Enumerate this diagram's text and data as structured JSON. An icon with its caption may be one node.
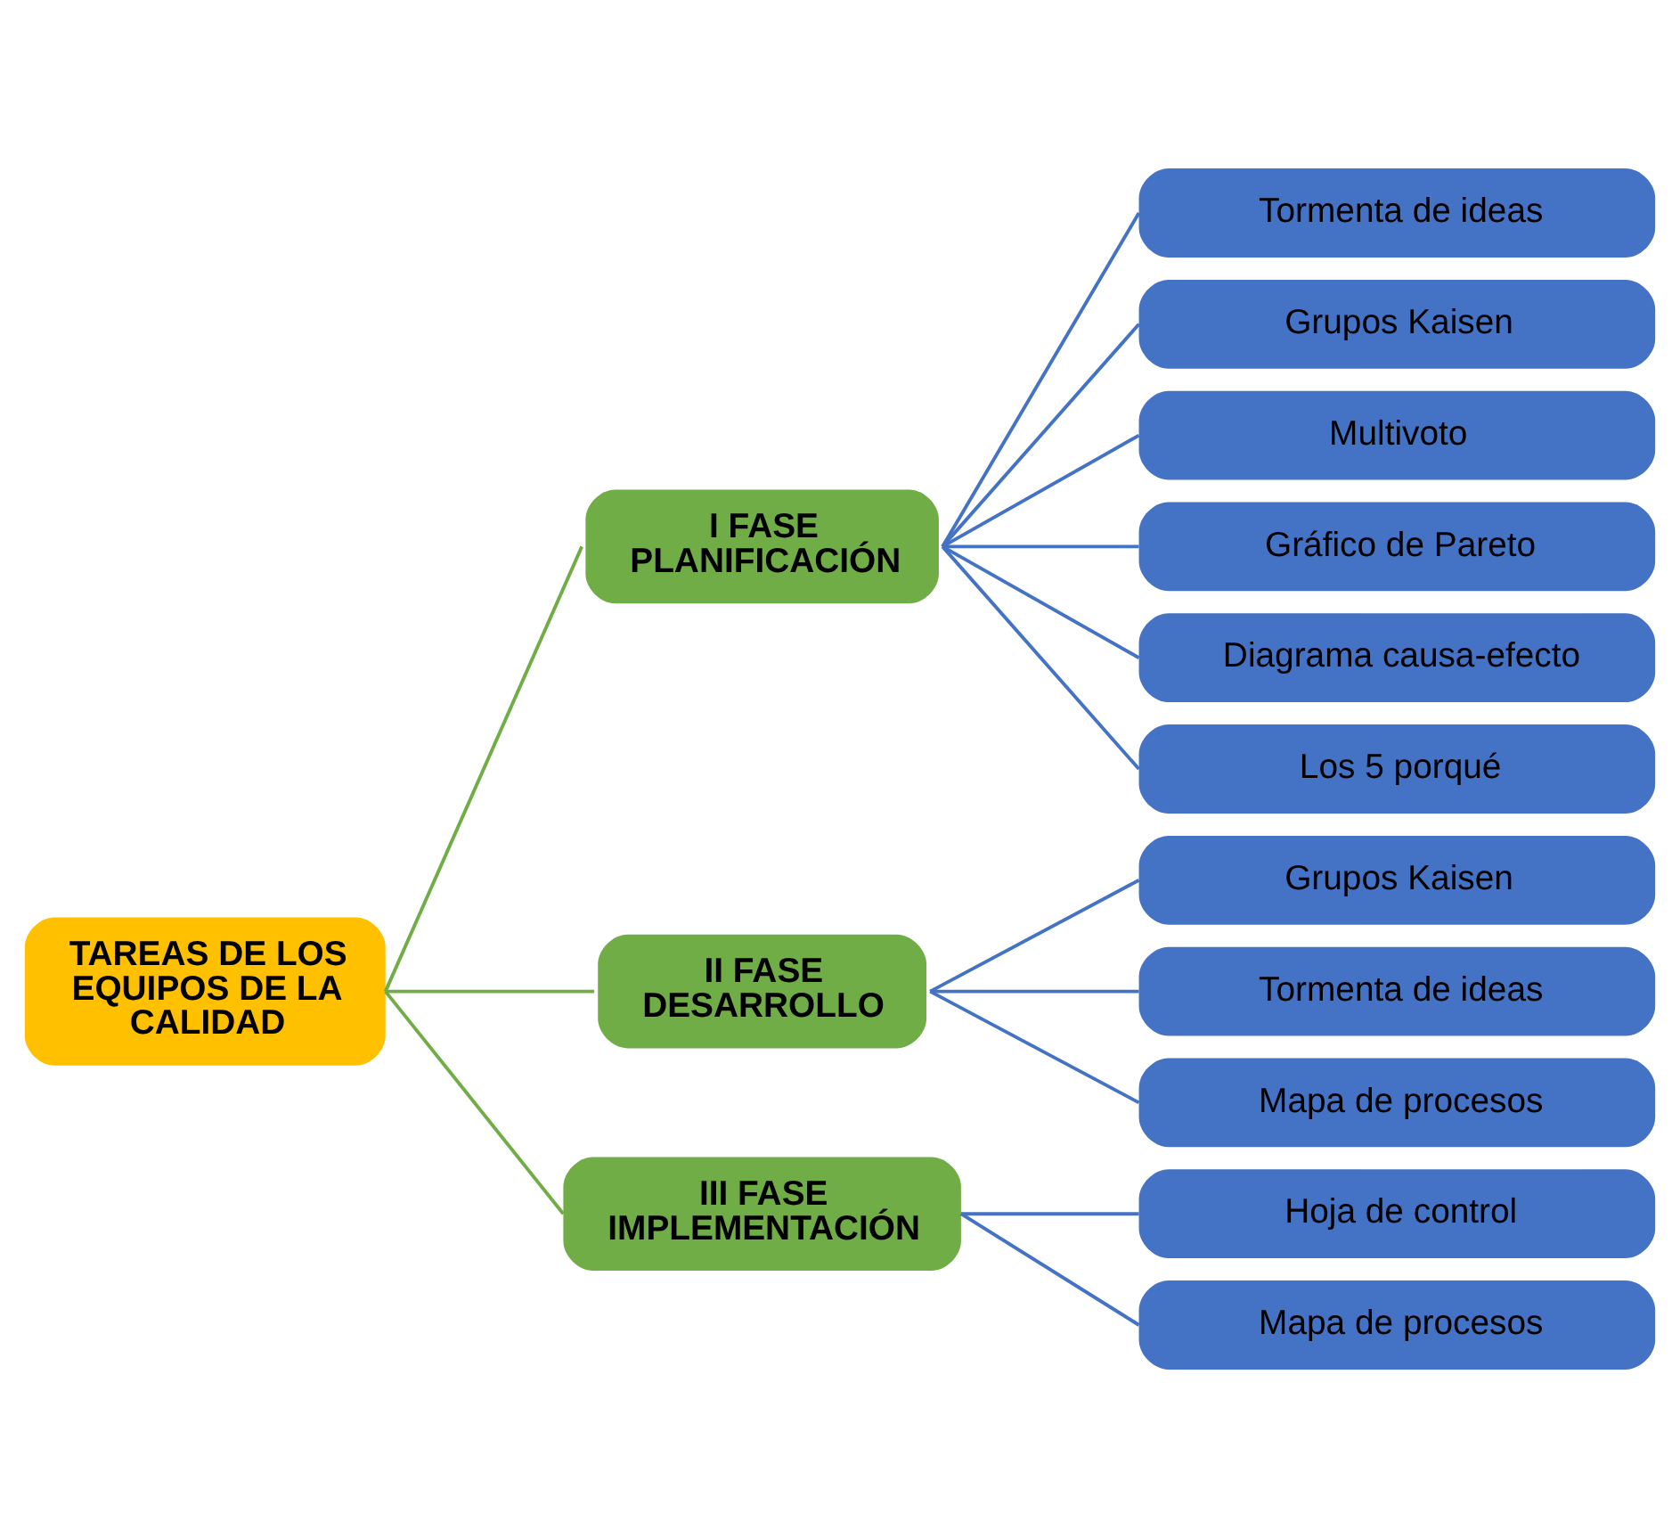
{
  "diagram": {
    "nodes": [
      {
        "text": [
          "TAREAS DE LOS EQUIPOS DE LA CALIDAD"
        ]
      },
      {
        "text": [
          "I FASE PLANIFICACIÓN"
        ]
      },
      {
        "text": [
          "II FASE DESARROLLO"
        ]
      },
      {
        "text": [
          "III FASE IMPLEMENTACIÓN"
        ]
      },
      {
        "text": [
          "Tormenta de ideas"
        ]
      },
      {
        "text": [
          "Grupos Kaisen"
        ]
      },
      {
        "text": [
          "Multivoto"
        ]
      },
      {
        "text": [
          "Gráfico de Pareto"
        ]
      },
      {
        "text": [
          "Diagrama causa-efecto"
        ]
      },
      {
        "text": [
          "Los 5 porqué"
        ]
      },
      {
        "text": [
          "Grupos Kaisen"
        ]
      },
      {
        "text": [
          "Tormenta de ideas"
        ]
      },
      {
        "text": [
          "Mapa de procesos"
        ]
      },
      {
        "text": [
          "Hoja de control"
        ]
      },
      {
        "text": [
          "Mapa de procesos"
        ]
      }
    ],
    "edges": [
      {
        "from": 0,
        "to": 1,
        "arrow": "none",
        "color": "#70ad47"
      },
      {
        "from": 0,
        "to": 2,
        "arrow": "none",
        "color": "#70ad47"
      },
      {
        "from": 0,
        "to": 3,
        "arrow": "none",
        "color": "#70ad47"
      },
      {
        "from": 1,
        "to": 4,
        "arrow": "none"
      },
      {
        "from": 1,
        "to": 5,
        "arrow": "none"
      },
      {
        "from": 1,
        "to": 6,
        "arrow": "none"
      },
      {
        "from": 1,
        "to": 7,
        "arrow": "none"
      },
      {
        "from": 1,
        "to": 8,
        "arrow": "none"
      },
      {
        "from": 1,
        "to": 9,
        "arrow": "none"
      },
      {
        "from": 2,
        "to": 10,
        "arrow": "none"
      },
      {
        "from": 2,
        "to": 11,
        "arrow": "none"
      },
      {
        "from": 2,
        "to": 12,
        "arrow": "none"
      },
      {
        "from": 3,
        "to": 13,
        "arrow": "none"
      },
      {
        "from": 3,
        "to": 14,
        "arrow": "none"
      }
    ]
  }
}
